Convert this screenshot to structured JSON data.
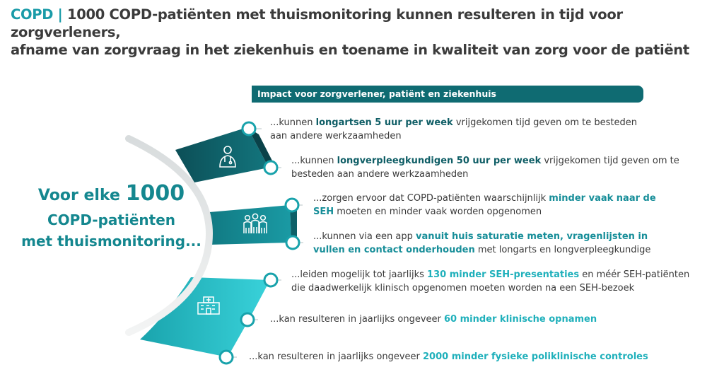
{
  "title": {
    "prefix": "COPD |",
    "line1": "1000 COPD-patiënten met thuismonitoring kunnen resulteren in tijd voor zorgverleners,",
    "line2": "afname van zorgvraag in het ziekenhuis en toename in kwaliteit van zorg voor de patiënt"
  },
  "header_bar": "Impact voor zorgverlener, patiënt en ziekenhuis",
  "lead": {
    "prefix": "Voor elke",
    "number": "1000",
    "line2": "COPD-patiënten",
    "line3": "met thuismonitoring..."
  },
  "icons": [
    "doctor-icon",
    "patients-group-icon",
    "hospital-icon"
  ],
  "colors": {
    "dark": "#0f5e66",
    "mid": "#178e99",
    "light": "#2cc7cf"
  },
  "items": [
    {
      "segments": [
        [
          "...kunnen ",
          ""
        ],
        [
          "longartsen 5 uur per week",
          "dark"
        ],
        [
          " vrijgekomen tijd geven om te besteden",
          ""
        ]
      ],
      "line2": [
        [
          "aan andere werkzaamheden",
          ""
        ]
      ]
    },
    {
      "segments": [
        [
          "...kunnen ",
          ""
        ],
        [
          "longverpleegkundigen 50 uur per week",
          "dark"
        ],
        [
          " vrijgekomen tijd geven om te",
          ""
        ]
      ],
      "line2": [
        [
          "besteden aan andere werkzaamheden",
          ""
        ]
      ]
    },
    {
      "segments": [
        [
          "...zorgen ervoor dat COPD-patiënten waarschijnlijk ",
          ""
        ],
        [
          "minder vaak naar de",
          "teal"
        ]
      ],
      "line2": [
        [
          "SEH",
          "teal"
        ],
        [
          " moeten en minder vaak worden opgenomen",
          ""
        ]
      ]
    },
    {
      "segments": [
        [
          "...kunnen via een app ",
          ""
        ],
        [
          "vanuit huis saturatie meten, vragenlijsten in",
          "teal"
        ]
      ],
      "line2": [
        [
          "vullen en contact onderhouden",
          "teal"
        ],
        [
          " met longarts en longverpleegkundige",
          ""
        ]
      ]
    },
    {
      "segments": [
        [
          "...leiden mogelijk tot jaarlijks ",
          ""
        ],
        [
          "130 minder SEH-presentaties",
          "light"
        ],
        [
          " en méér SEH-patiënten",
          ""
        ]
      ],
      "line2": [
        [
          "die daadwerkelijk klinisch opgenomen moeten worden na een SEH-bezoek",
          ""
        ]
      ]
    },
    {
      "segments": [
        [
          "...kan resulteren in jaarlijks ongeveer ",
          ""
        ],
        [
          "60 minder klinische opnamen",
          "light"
        ]
      ],
      "line2": []
    },
    {
      "segments": [
        [
          "...kan resulteren in jaarlijks ongeveer ",
          ""
        ],
        [
          "2000 minder fysieke poliklinische controles",
          "light"
        ]
      ],
      "line2": []
    }
  ]
}
